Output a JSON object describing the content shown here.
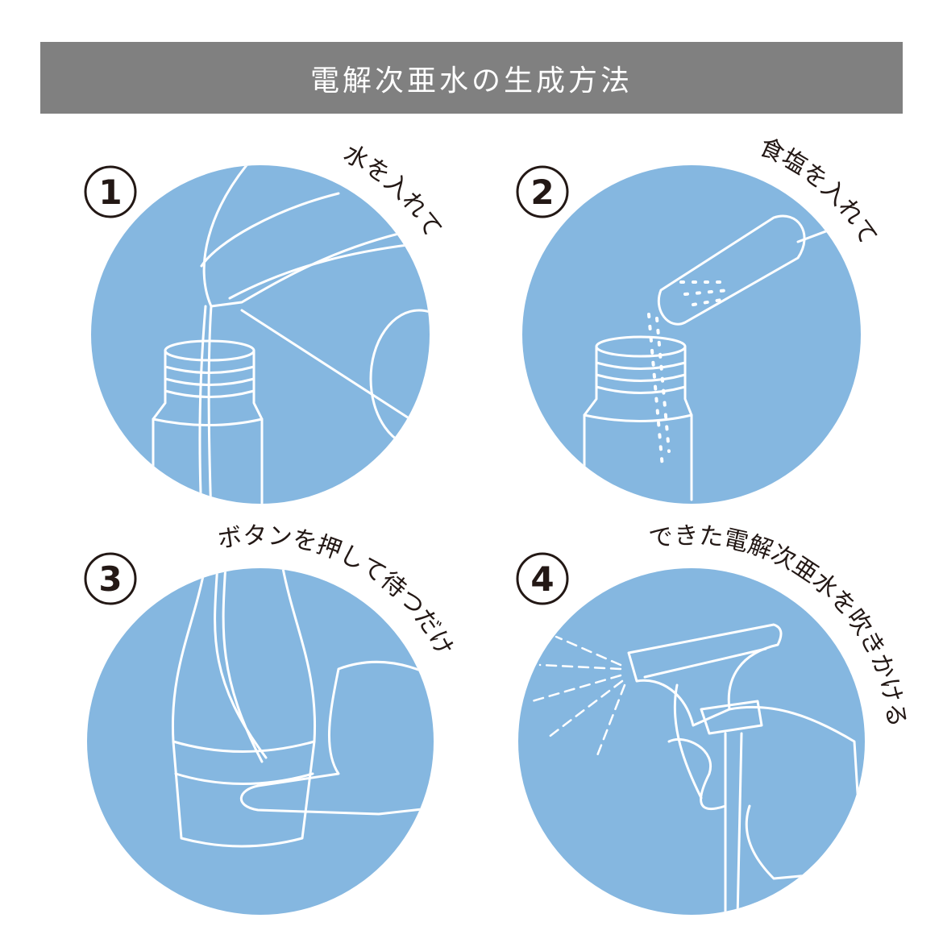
{
  "title": "電解次亜水の生成方法",
  "colors": {
    "header_bg": "#808080",
    "circle_fill": "#85b7e0",
    "ink": "#231815",
    "line": "#ffffff"
  },
  "steps": [
    {
      "number": "1",
      "caption": "水を入れて",
      "illustration": "pitcher-pouring-water-into-bottle"
    },
    {
      "number": "2",
      "caption": "食塩を入れて",
      "illustration": "scoop-pouring-salt-into-bottle"
    },
    {
      "number": "3",
      "caption": "ボタンを押して待つだけ",
      "illustration": "finger-pressing-button-on-bottle"
    },
    {
      "number": "4",
      "caption": "できた電解次亜水を吹きかける",
      "illustration": "hand-using-spray-bottle"
    }
  ]
}
